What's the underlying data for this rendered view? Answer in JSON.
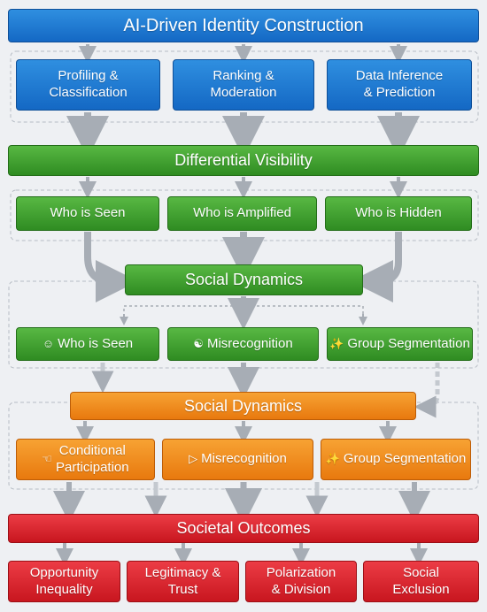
{
  "top": {
    "title": "AI-Driven Identity Construction"
  },
  "level1": [
    {
      "label": "Profiling &\nClassification"
    },
    {
      "label": "Ranking &\nModeration"
    },
    {
      "label": "Data Inference\n& Prediction"
    }
  ],
  "visibility": {
    "title": "Differential Visibility"
  },
  "level2": [
    {
      "label": "Who is Seen"
    },
    {
      "label": "Who is Amplified"
    },
    {
      "label": "Who is Hidden"
    }
  ],
  "social_green": {
    "title": "Social Dynamics"
  },
  "level3": [
    {
      "label": "Who is Seen",
      "icon": "people-icon"
    },
    {
      "label": "Misrecognition",
      "icon": "mask-icon"
    },
    {
      "label": "Group Segmentation",
      "icon": "split-icon"
    }
  ],
  "social_orange": {
    "title": "Social Dynamics"
  },
  "level4": [
    {
      "label": "Conditional\nParticipation",
      "icon": "hand-icon"
    },
    {
      "label": "Misrecognition",
      "icon": "megaphone-icon"
    },
    {
      "label": "Group Segmentation",
      "icon": "split-icon"
    }
  ],
  "outcomes": {
    "title": "Societal Outcomes"
  },
  "level5": [
    {
      "label": "Opportunity\nInequality"
    },
    {
      "label": "Legitimacy &\nTrust"
    },
    {
      "label": "Polarization\n& Division"
    },
    {
      "label": "Social\nExclusion"
    }
  ],
  "colors": {
    "blue": "#1f7fd8",
    "green": "#3f9e2e",
    "orange": "#f08a1c",
    "red": "#d8242d",
    "arrow": "#a7adb5"
  }
}
